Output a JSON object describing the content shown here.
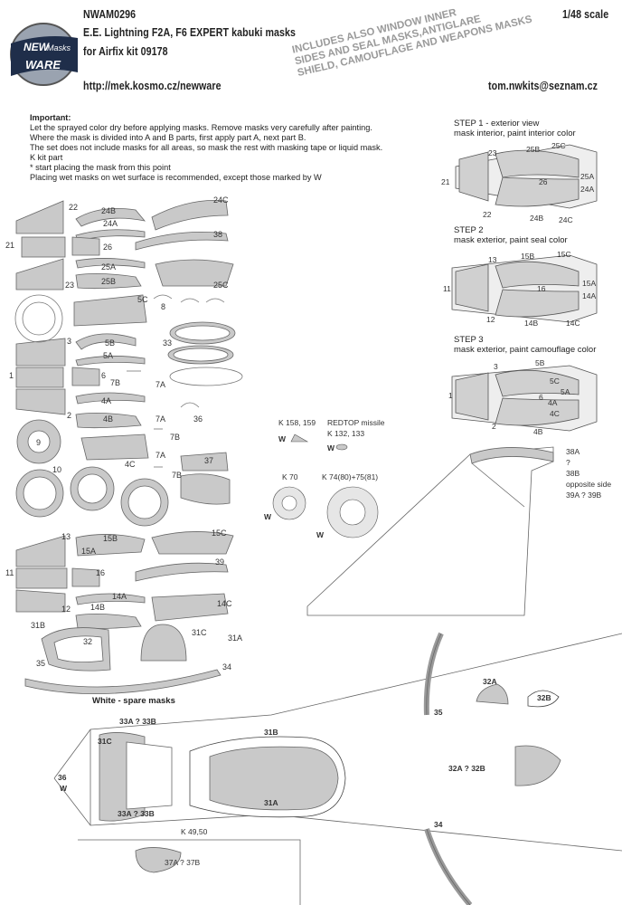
{
  "header": {
    "code": "NWAM0296",
    "title": "E.E. Lightning F2A, F6 EXPERT kabuki masks",
    "kit": "for Airfix kit 09178",
    "url": "http://mek.kosmo.cz/newware",
    "email": "tom.nwkits@seznam.cz",
    "scale": "1/48 scale",
    "banner": [
      "INCLUDES ALSO WINDOW INNER",
      "SIDES AND SEAL MASKS,ANTIGLARE",
      "SHIELD, CAMOUFLAGE AND WEAPONS  MASKS"
    ],
    "logo_top": "NEW",
    "logo_mid": "Masks",
    "logo_bot": "WARE"
  },
  "important": {
    "title": "Important:",
    "lines": [
      "Let the sprayed color dry before applying masks. Remove masks very carefully after painting.",
      "Where the mask is divided into A and B parts, first apply part A, next part B.",
      "The set does not include masks for all areas, so mask the rest with masking tape or liquid mask.",
      "K kit part",
      "*  start placing the mask from this point",
      "Placing wet masks on wet surface is recommended, except those marked by W"
    ]
  },
  "steps": [
    {
      "title": "STEP 1 - exterior view",
      "sub": "mask interior, paint interior color"
    },
    {
      "title": "STEP 2",
      "sub": "mask exterior, paint seal color"
    },
    {
      "title": "STEP 3",
      "sub": "mask exterior, paint camouflage color"
    }
  ],
  "mask_labels": {
    "l22": "22",
    "l24B": "24B",
    "l24A": "24A",
    "l24C": "24C",
    "l21": "21",
    "l26": "26",
    "l38": "38",
    "l23": "23",
    "l25A": "25A",
    "l25B": "25B",
    "l25C": "25C",
    "l5C": "5C",
    "l8": "8",
    "l3": "3",
    "l5B": "5B",
    "l5A": "5A",
    "l33": "33",
    "l1": "1",
    "l6": "6",
    "l7B": "7B",
    "l7A": "7A",
    "l4A": "4A",
    "l4B": "4B",
    "l2": "2",
    "l36": "36",
    "l9": "9",
    "l4C": "4C",
    "l37": "37",
    "l10": "10",
    "l13": "13",
    "l15B": "15B",
    "l15A": "15A",
    "l15C": "15C",
    "l11": "11",
    "l16": "16",
    "l39": "39",
    "l14A": "14A",
    "l14B": "14B",
    "l12": "12",
    "l14C": "14C",
    "l31B": "31B",
    "l32": "32",
    "l31C": "31C",
    "l31A": "31A",
    "l35": "35",
    "l34": "34",
    "spare": "White - spare masks"
  },
  "kit_refs": {
    "k158": "K 158, 159",
    "redtop": "REDTOP missile",
    "k132": "K 132, 133",
    "k70": "K 70",
    "k74": "K 74(80)+75(81)",
    "k49": "K 49,50",
    "w": "W"
  },
  "step_labels": {
    "s1": {
      "l23": "23",
      "l25B": "25B",
      "l25C": "25C",
      "l21": "21",
      "l26": "26",
      "l25A": "25A",
      "l24A": "24A",
      "l22": "22",
      "l24B": "24B",
      "l24C": "24C"
    },
    "s2": {
      "l13": "13",
      "l15B": "15B",
      "l15C": "15C",
      "l11": "11",
      "l16": "16",
      "l15A": "15A",
      "l14A": "14A",
      "l12": "12",
      "l14B": "14B",
      "l14C": "14C"
    },
    "s3": {
      "l3": "3",
      "l5B": "5B",
      "l5C": "5C",
      "l1": "1",
      "l6": "6",
      "l5A": "5A",
      "l4A": "4A",
      "l4C": "4C",
      "l2": "2",
      "l4B": "4B"
    }
  },
  "fin": {
    "l38A": "38A",
    "q": "?",
    "l38B": "38B",
    "opp": "opposite side",
    "l39": "39A ? 39B"
  },
  "fuselage": {
    "l32A": "32A",
    "l32B": "32B",
    "l35": "35",
    "l33": "33A ? 33B",
    "l31B": "31B",
    "l31C": "31C",
    "l32AB": "32A ? 32B",
    "l36": "36",
    "w": "W",
    "l31A": "31A",
    "l33b": "33A ? 33B",
    "l34": "34",
    "l37": "37A ? 37B"
  },
  "colors": {
    "mask_fill": "#c9c9c9",
    "stroke": "#555555",
    "banner": "#9a9a9a"
  }
}
